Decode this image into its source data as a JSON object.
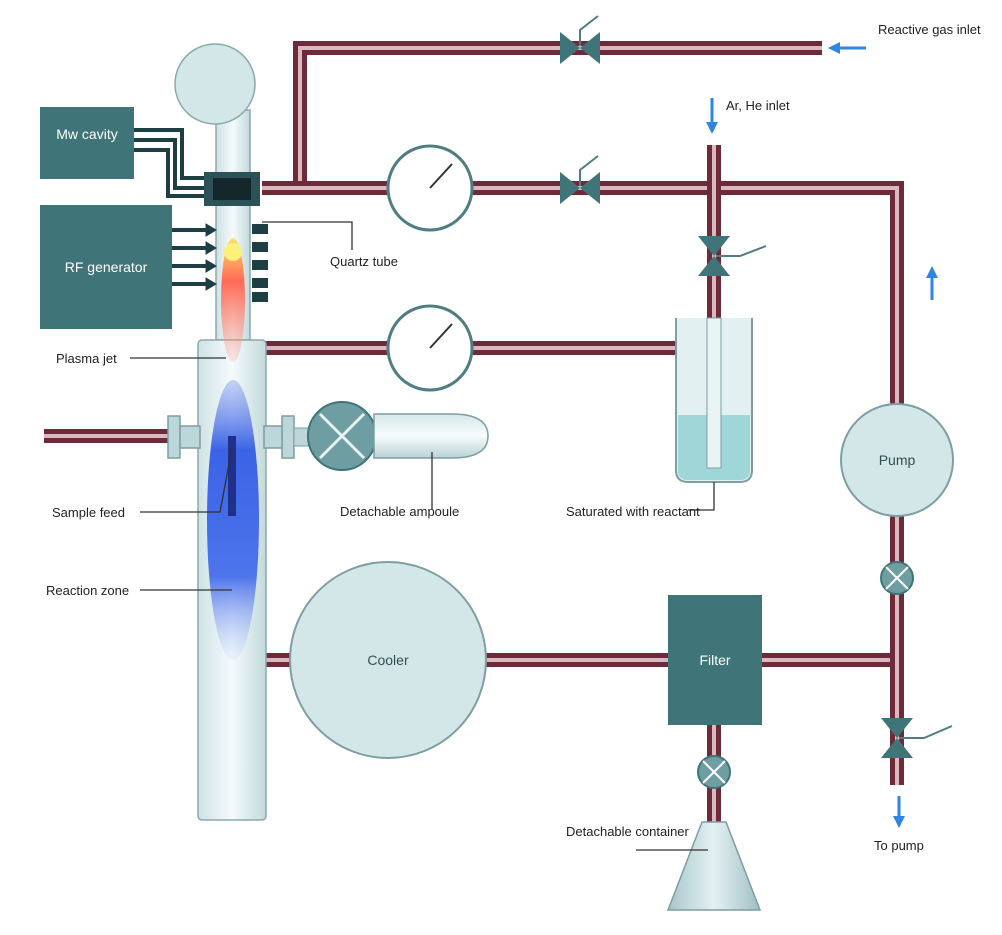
{
  "diagram": {
    "labels": {
      "reactive_gas_inlet": "Reactive gas inlet",
      "ar_he_inlet": "Ar, He inlet",
      "mw_cavity": "Mw cavity",
      "rf_generator": "RF generator",
      "quartz_tube": "Quartz tube",
      "plasma_jet": "Plasma jet",
      "sample_feed": "Sample feed",
      "detachable_ampoule": "Detachable ampoule",
      "saturated_with_reactant": "Saturated with reactant",
      "reaction_zone": "Reaction zone",
      "cooler": "Cooler",
      "filter": "Filter",
      "pump": "Pump",
      "detachable_container": "Detachable container",
      "to_pump": "To pump"
    },
    "colors": {
      "pipe": "#6e2a38",
      "pipe_highlight": "#d9b9bf",
      "box": "#3f7478",
      "circle_fill": "#d3e6e8",
      "arrow": "#2f86e0",
      "liquid": "#9fd6d8",
      "plasma_top": "#ffd84a",
      "plasma_mid": "#ff5a4a",
      "reaction_blue": "#3b63e6"
    }
  }
}
